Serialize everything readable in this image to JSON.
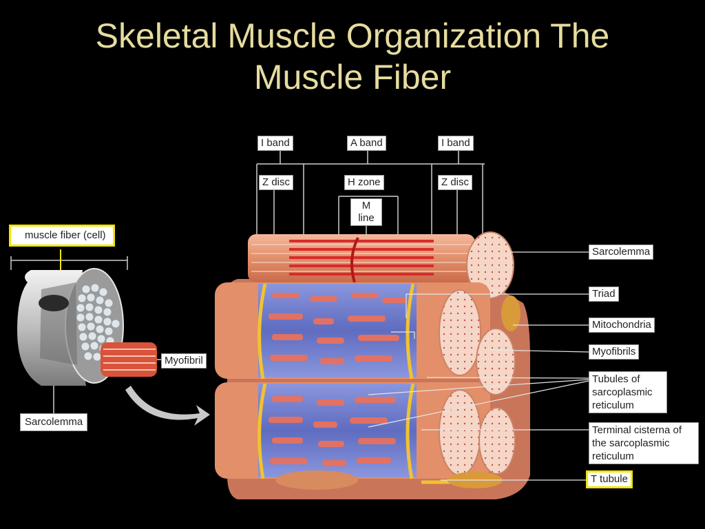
{
  "title": {
    "line1": "Skeletal Muscle Organization The",
    "line2": "Muscle Fiber"
  },
  "labels": {
    "i_band_left": "I band",
    "a_band": "A band",
    "i_band_right": "I band",
    "z_disc_left": "Z disc",
    "h_zone": "H zone",
    "z_disc_right": "Z disc",
    "m_line": "M line",
    "muscle_fiber": "muscle fiber (cell)",
    "myofibril": "Myofibril",
    "sarcolemma_left": "Sarcolemma",
    "sarcolemma_right": "Sarcolemma",
    "triad": "Triad",
    "mitochondria": "Mitochondria",
    "myofibrils": "Myofibrils",
    "tubules_sr": "Tubules of sarcoplasmic reticulum",
    "terminal_cisterna": "Terminal cisterna of the sarcoplasmic reticulum",
    "t_tubule": "T tubule"
  },
  "colors": {
    "background": "#000000",
    "title": "#e6dca0",
    "highlight_border": "#f2e600",
    "sarcomere_red": "#d93a3a",
    "sr_blue": "#6a78c4",
    "t_tubule_yellow": "#f2c230",
    "fiber_salmon": "#e89670"
  }
}
